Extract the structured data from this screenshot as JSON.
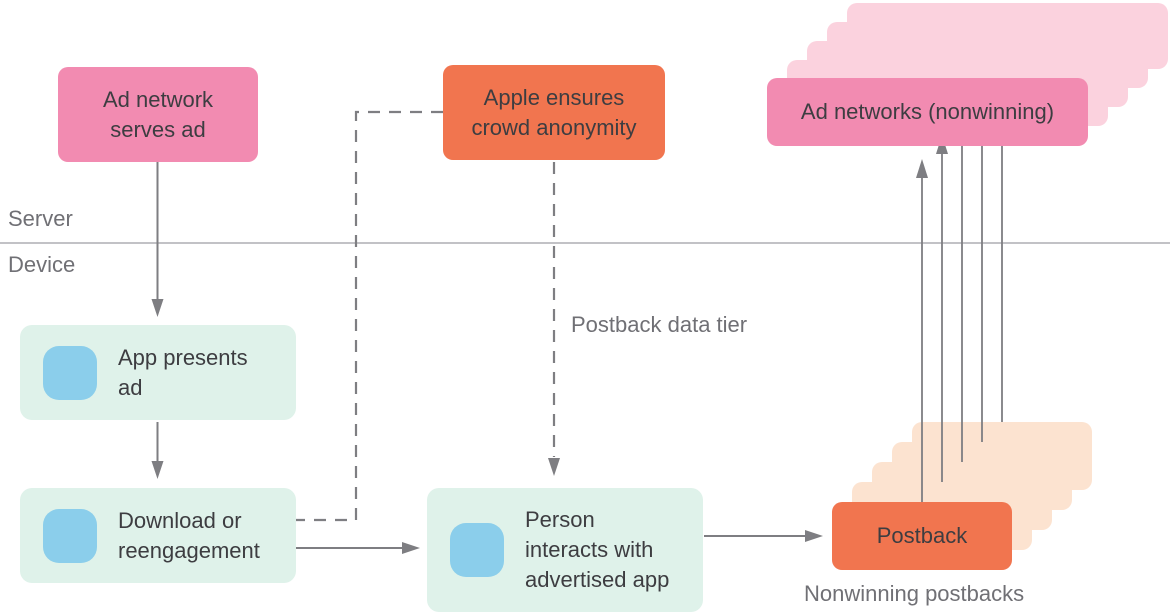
{
  "colors": {
    "bg": "#ffffff",
    "pink": "#f28bb1",
    "pink-light": "#fbd2de",
    "orange": "#f1754f",
    "orange-light": "#fce3d0",
    "mint": "#dff2ea",
    "blue": "#8bceeb",
    "line": "#7e7e82",
    "divider": "#c2c2c6",
    "text-dark": "#3d3d41",
    "text-gray": "#707075"
  },
  "nodes": {
    "ad_network_serves": {
      "label": "Ad network\nserves ad"
    },
    "apple_anonymity": {
      "label": "Apple ensures\ncrowd anonymity"
    },
    "ad_networks_nonwinning": {
      "label": "Ad networks (nonwinning)"
    },
    "app_presents": {
      "label": "App presents\nad"
    },
    "download_reengagement": {
      "label": "Download or\nreengagement"
    },
    "person_interacts": {
      "label": "Person\ninteracts with\nadvertised app"
    },
    "postback": {
      "label": "Postback"
    }
  },
  "labels": {
    "server": "Server",
    "device": "Device",
    "postback_data_tier": "Postback data tier",
    "nonwinning_postbacks": "Nonwinning postbacks"
  },
  "icons": {
    "app": "app-icon"
  }
}
